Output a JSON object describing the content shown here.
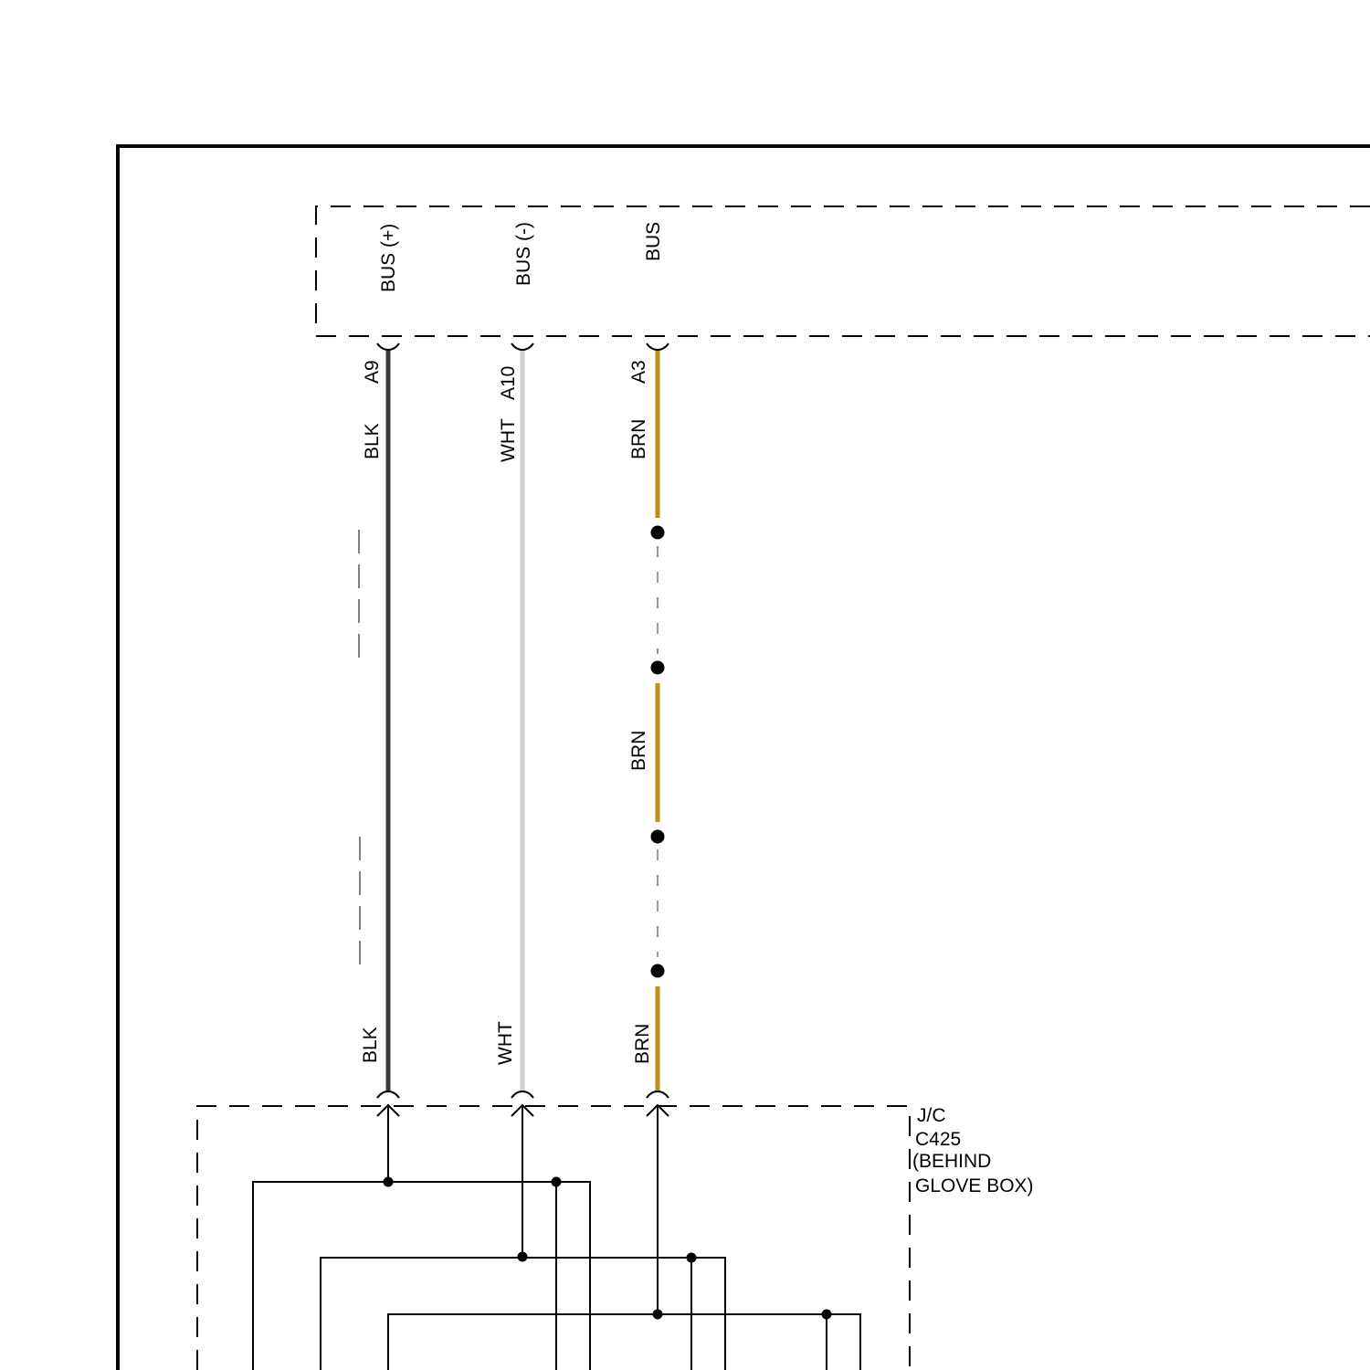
{
  "module": {
    "pins": [
      {
        "name": "BUS (+)",
        "terminal": "A9"
      },
      {
        "name": "BUS (-)",
        "terminal": "A10"
      },
      {
        "name": "BUS",
        "terminal": "A3"
      }
    ]
  },
  "wires": {
    "blk": {
      "top": "BLK",
      "bottom": "BLK",
      "color": "#3a3a3a"
    },
    "wht": {
      "top": "WHT",
      "bottom": "WHT",
      "color": "#cfcfcf"
    },
    "brn": {
      "top": "BRN",
      "middle": "BRN",
      "bottom": "BRN",
      "color": "#b8921a"
    }
  },
  "junction": {
    "line1": "J/C",
    "line2": "C425",
    "line3": "(BEHIND",
    "line4": "GLOVE BOX)"
  }
}
